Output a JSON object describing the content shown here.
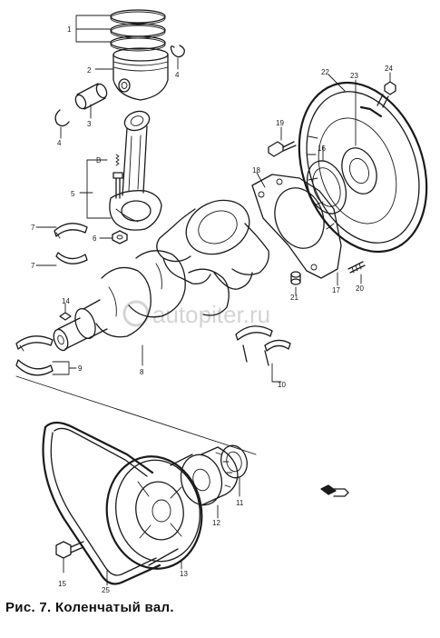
{
  "caption": "Рис. 7. Коленчатый вал.",
  "watermark": "autopiter.ru",
  "callouts": [
    "1",
    "2",
    "3",
    "4",
    "4",
    "5",
    "6",
    "7",
    "7",
    "8",
    "9",
    "10",
    "11",
    "12",
    "13",
    "14",
    "15",
    "16",
    "17",
    "18",
    "19",
    "20",
    "21",
    "22",
    "23",
    "24",
    "25",
    "B"
  ],
  "colors": {
    "ink": "#1a1a1a",
    "paper": "#ffffff",
    "watermark": "#d4d4d4"
  }
}
